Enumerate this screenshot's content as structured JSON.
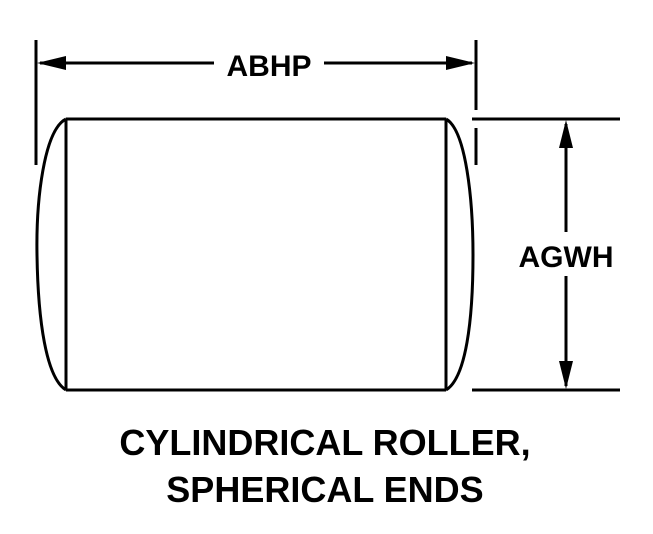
{
  "diagram": {
    "part_name": "Cylindrical roller, spherical ends",
    "dimensions": {
      "length_label": "ABHP",
      "height_label": "AGWH"
    },
    "caption": {
      "line1": "CYLINDRICAL ROLLER,",
      "line2": "SPHERICAL ENDS"
    },
    "colors": {
      "ink": "#000000",
      "background": "#ffffff"
    }
  }
}
